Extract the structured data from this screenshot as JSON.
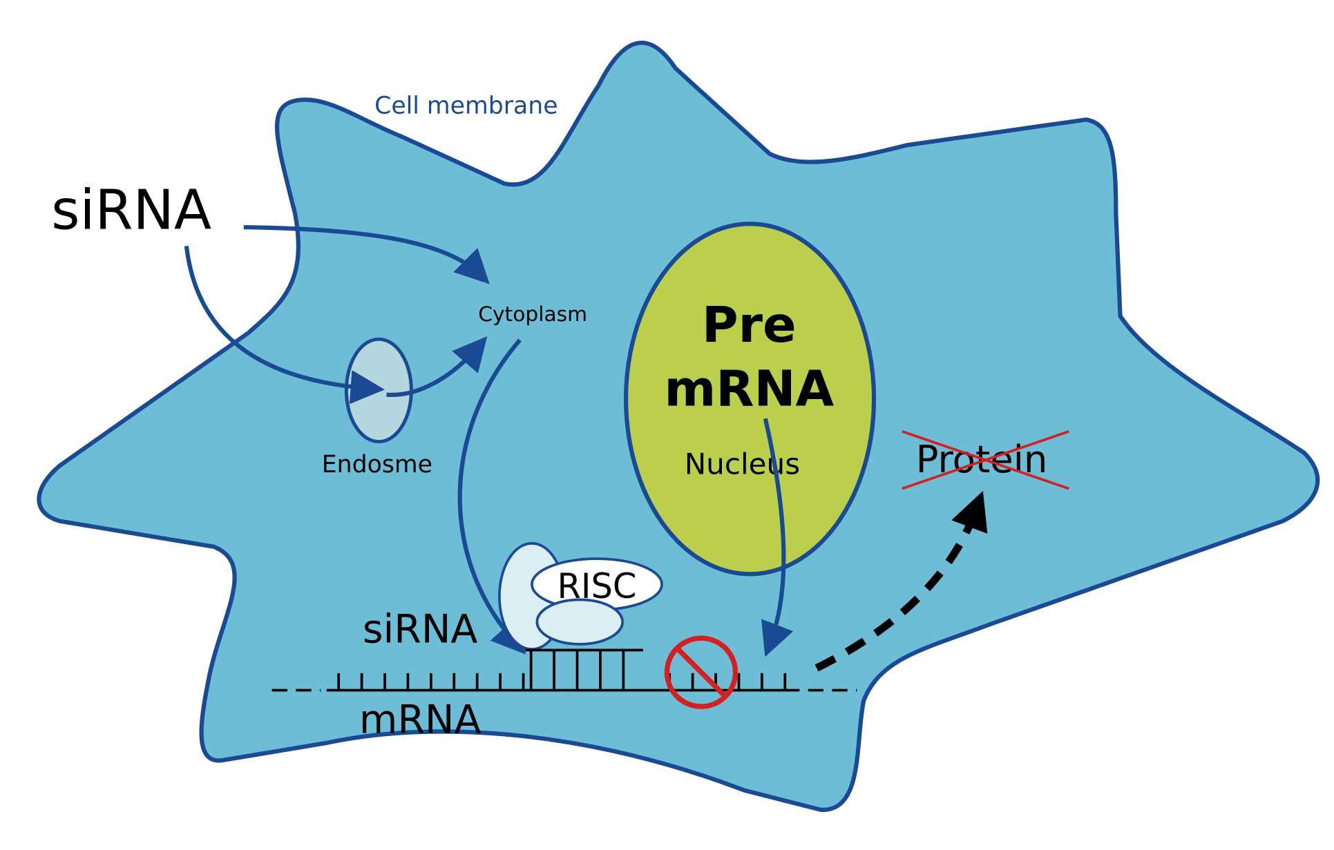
{
  "labels": {
    "cell_membrane": "Cell membrane",
    "sirna_outside": "siRNA",
    "cytoplasm": "Cytoplasm",
    "endosome": "Endosme",
    "pre": "Pre",
    "mrna_nucleus": "mRNA",
    "nucleus": "Nucleus",
    "protein": "Protein",
    "risc": "RISC",
    "sirna_strand": "siRNA",
    "mrna_strand": "mRNA"
  },
  "colors": {
    "cell_fill": "#6dbdd6",
    "membrane": "#1a4a94",
    "nucleus_fill": "#bccf4c",
    "endosome_fill": "#b3d7dc",
    "risc_fill": "#dbeef3",
    "inhibit": "#d42020",
    "arrow": "#1a4a94"
  }
}
